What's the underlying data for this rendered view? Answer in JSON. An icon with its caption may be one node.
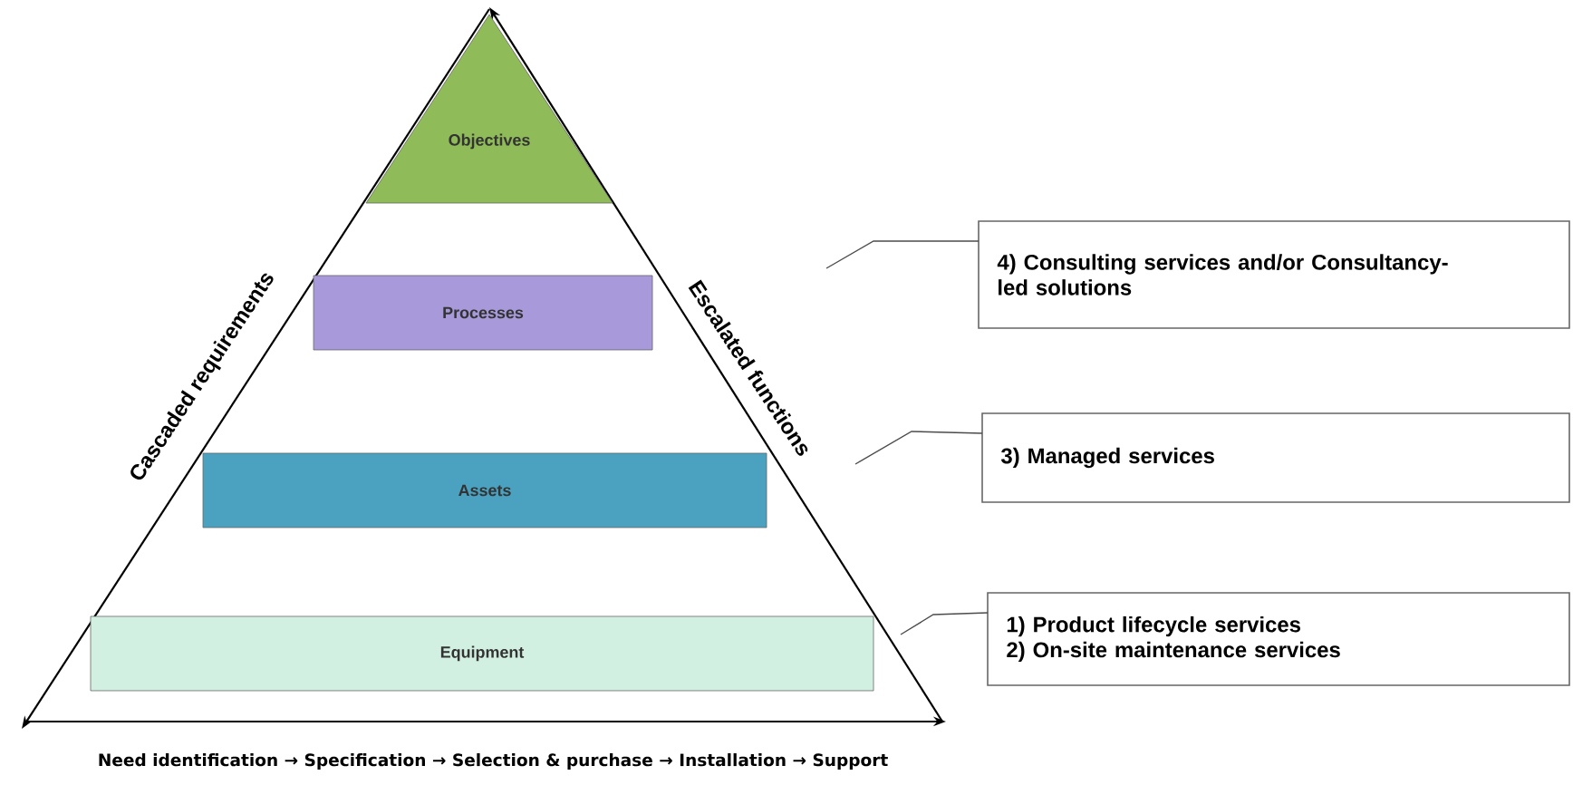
{
  "diagram": {
    "nodes": [
      {
        "text": [
          "Objectives"
        ]
      },
      {
        "text": [
          "Processes"
        ]
      },
      {
        "text": [
          "Assets"
        ]
      },
      {
        "text": [
          "Equipment"
        ]
      },
      {
        "text": [
          "4) Consulting services and/or Consultancy-led solutions"
        ]
      },
      {
        "text": [
          "3) Managed services"
        ]
      },
      {
        "text": [
          "1) Product lifecycle services",
          "2) On-site maintenance services"
        ]
      }
    ],
    "edges": [
      {
        "from": 4,
        "to": null,
        "arrow": "none"
      },
      {
        "from": 5,
        "to": null,
        "arrow": "none"
      },
      {
        "from": 6,
        "to": null,
        "arrow": "none"
      }
    ],
    "labels": [
      "Cascaded requirements",
      "Escalated functions",
      "Need identification → Specification → Selection & purchase → Installation → Support"
    ]
  }
}
